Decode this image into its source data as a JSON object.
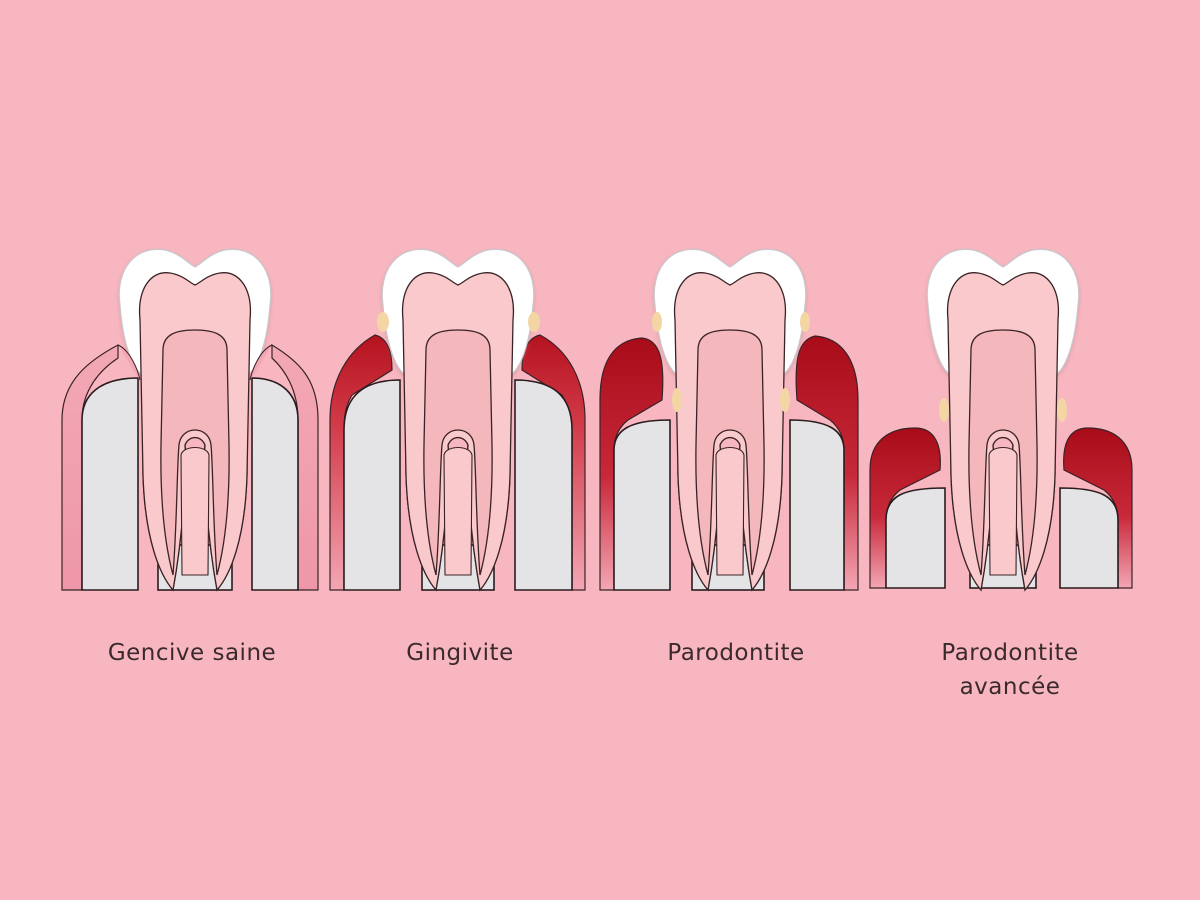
{
  "stages": [
    {
      "lines": [
        "Gencive saine"
      ]
    },
    {
      "lines": [
        "Gingivite"
      ]
    },
    {
      "lines": [
        "Parodontite"
      ]
    },
    {
      "lines": [
        "Parodontite",
        "avancée"
      ]
    }
  ],
  "colors": {
    "background": "#f8b7c0",
    "enamel": "#ffffff",
    "dentin": "#f9c9cc",
    "pulp": "#f5b8bc",
    "bone": "#e4e4e6",
    "gum": "#f3a6b4",
    "inflammation": "#c0202e",
    "tartar": "#f3d6a4",
    "outline": "#2a1c1e"
  }
}
